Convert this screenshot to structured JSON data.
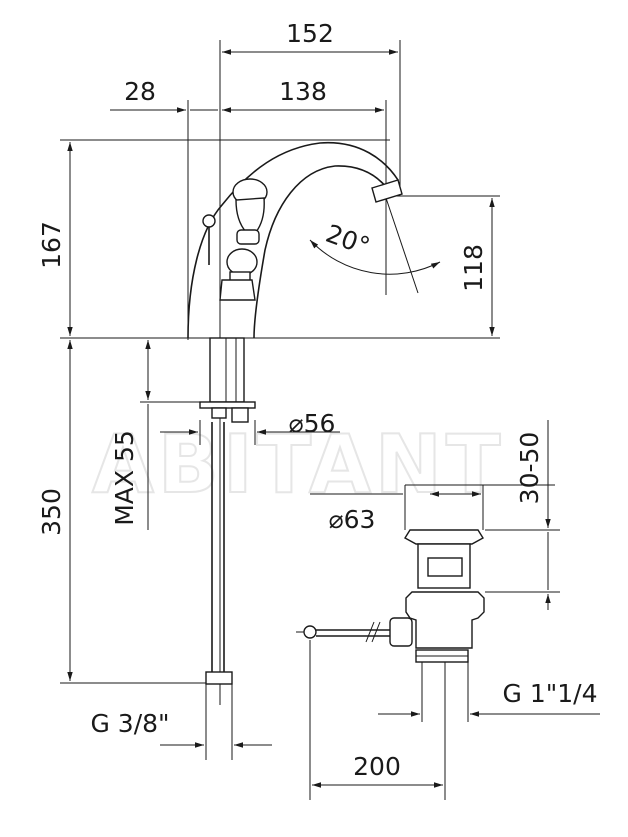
{
  "watermark": "ABITANT",
  "dimensions": {
    "d152": "152",
    "d28": "28",
    "d138": "138",
    "d167": "167",
    "angle": "20°",
    "d118": "118",
    "d350": "350",
    "max55": "MAX 55",
    "dia56": "⌀56",
    "d3050": "30-50",
    "dia63": "⌀63",
    "g38": "G 3/8\"",
    "g114": "G 1\"1/4",
    "d200": "200"
  },
  "colors": {
    "line": "#1a1a1a",
    "watermark": "#e6e6e6"
  }
}
